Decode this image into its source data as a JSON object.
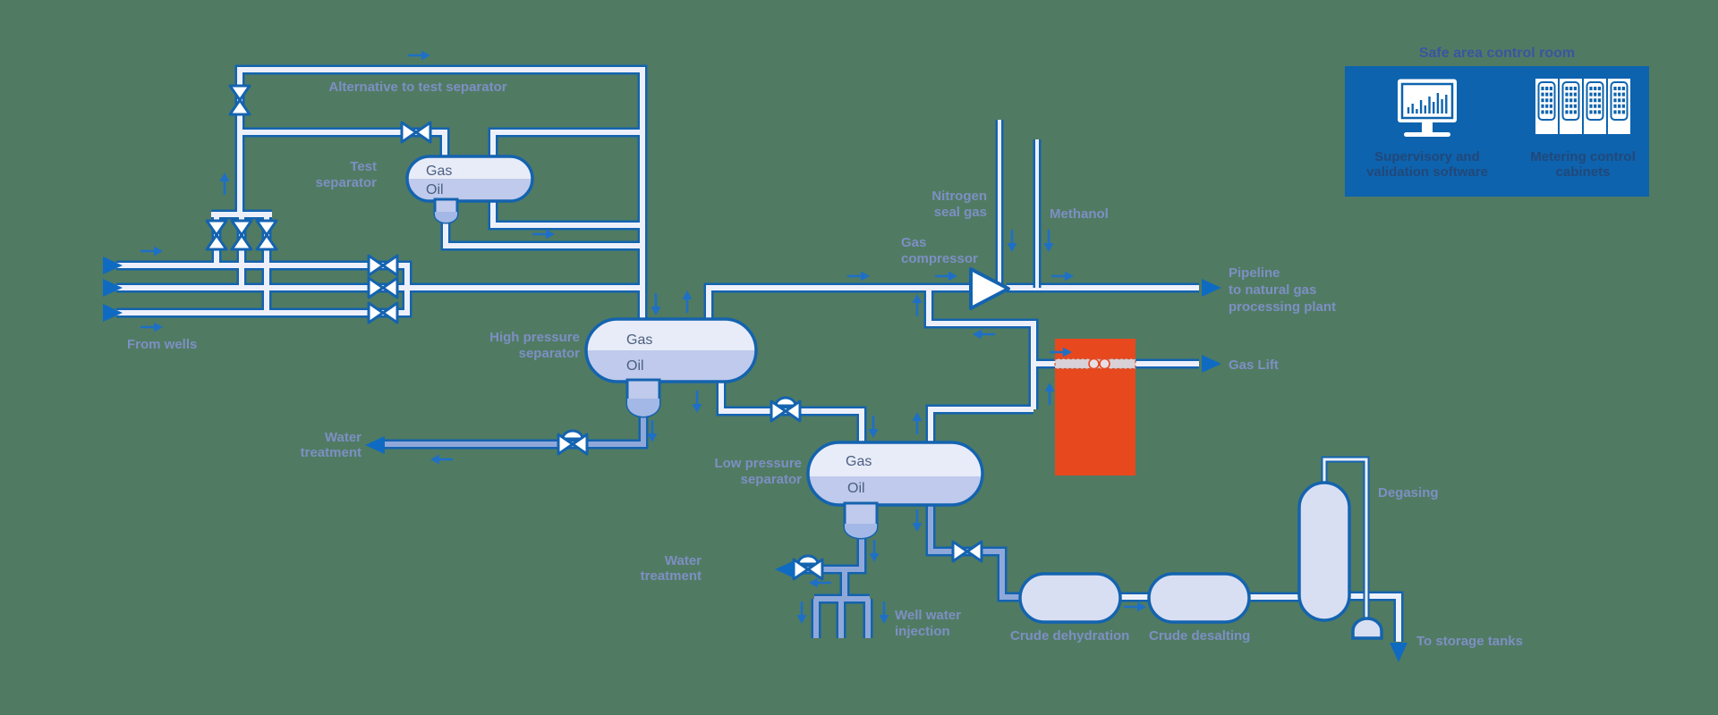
{
  "labels": {
    "alt_test_sep": "Alternative to test separator",
    "test_sep_1": "Test",
    "test_sep_2": "separator",
    "from_wells": "From wells",
    "hp_sep_1": "High pressure",
    "hp_sep_2": "separator",
    "water_treatment_1": "Water",
    "water_treatment_2": "treatment",
    "nitrogen_1": "Nitrogen",
    "nitrogen_2": "seal gas",
    "methanol": "Methanol",
    "gas_compressor_1": "Gas",
    "gas_compressor_2": "compressor",
    "pipeline_1": "Pipeline",
    "pipeline_2": "to natural gas",
    "pipeline_3": "processing plant",
    "gas_lift": "Gas Lift",
    "lp_sep_1": "Low pressure",
    "lp_sep_2": "separator",
    "well_water_1": "Well water",
    "well_water_2": "injection",
    "crude_dehydration": "Crude dehydration",
    "crude_desalting": "Crude desalting",
    "degasing": "Degasing",
    "to_storage_tanks": "To storage tanks",
    "vessel_gas": "Gas",
    "vessel_oil": "Oil"
  },
  "control_room": {
    "title": "Safe area control room",
    "software_1": "Supervisory and",
    "software_2": "validation software",
    "cabinets_1": "Metering control",
    "cabinets_2": "cabinets"
  },
  "colors": {
    "background_green": "#507b62",
    "pipe_outline_blue": "#1463af",
    "pipe_fill_light": "#edf0fa",
    "pipe_fill_liquid": "#8fa8da",
    "vessel_fill_gas": "#e8ecf8",
    "vessel_fill_oil": "#bfcaec",
    "vessel_fill_water": "#a3b8e6",
    "equipment_fill": "#d9dff3",
    "label_blue": "#7d8fc4",
    "vessel_text": "#4b5f80",
    "flow_arrow_blue": "#1e6fc6",
    "big_arrow_blue": "#0f6ac2",
    "metering_highlight_orange": "#e8481e",
    "control_room_blue": "#0d63ae",
    "control_room_title": "#3a55a2",
    "control_room_label": "#224879"
  }
}
